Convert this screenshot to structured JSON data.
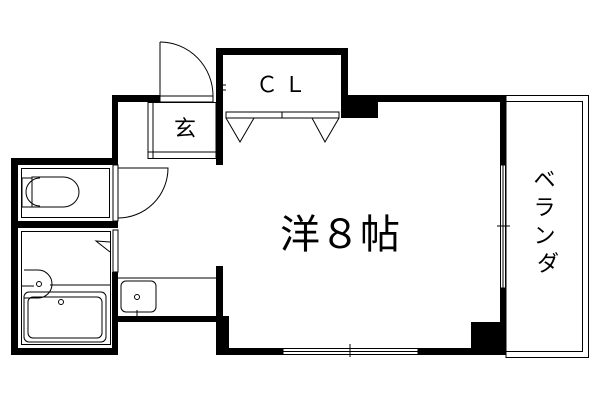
{
  "plan": {
    "main_room_label": "洋８帖",
    "closet_label": "ＣＬ",
    "entrance_label": "玄",
    "balcony_label": [
      "ベ",
      "ラ",
      "ン",
      "ダ"
    ]
  }
}
